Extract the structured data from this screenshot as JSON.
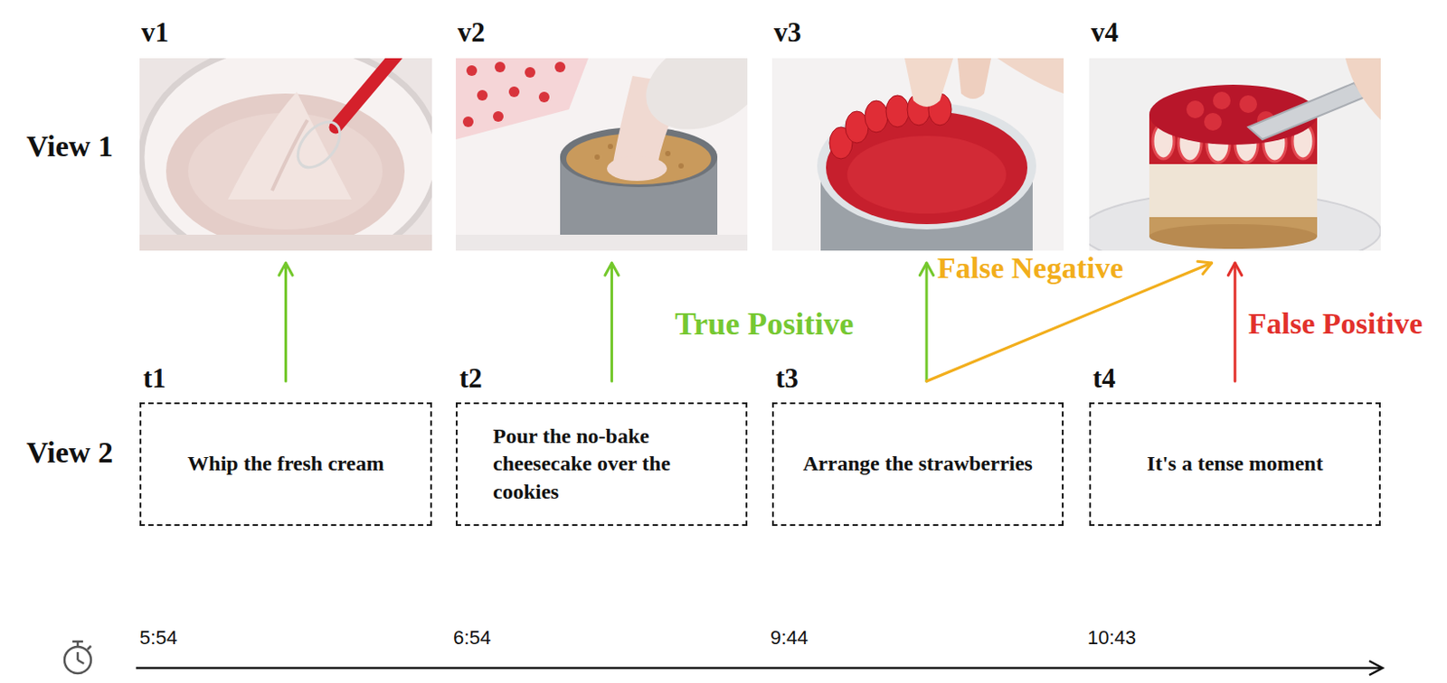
{
  "diagram": {
    "nodes": [
      {
        "text": [
          "v1"
        ]
      },
      {
        "text": [
          "v2"
        ]
      },
      {
        "text": [
          "v3"
        ]
      },
      {
        "text": [
          "v4"
        ]
      },
      {
        "text": [
          "t1",
          "Whip the fresh cream"
        ]
      },
      {
        "text": [
          "t2",
          "Pour the no-bake cheesecake over the cookies"
        ]
      },
      {
        "text": [
          "t3",
          "Arrange the strawberries"
        ]
      },
      {
        "text": [
          "t4",
          "It's a tense moment"
        ]
      }
    ],
    "edges": [
      {
        "from": 4,
        "to": 0,
        "arrow": "to"
      },
      {
        "from": 5,
        "to": 1,
        "arrow": "to"
      },
      {
        "from": 6,
        "to": 2,
        "arrow": "to"
      },
      {
        "from": 6,
        "to": 3,
        "arrow": "to",
        "label": "False Negative"
      },
      {
        "from": 7,
        "to": 3,
        "arrow": "to",
        "label": "False Positive"
      }
    ],
    "labels": [
      "View 1",
      "View 2",
      "True Positive",
      "5:54",
      "6:54",
      "9:44",
      "10:43"
    ]
  }
}
